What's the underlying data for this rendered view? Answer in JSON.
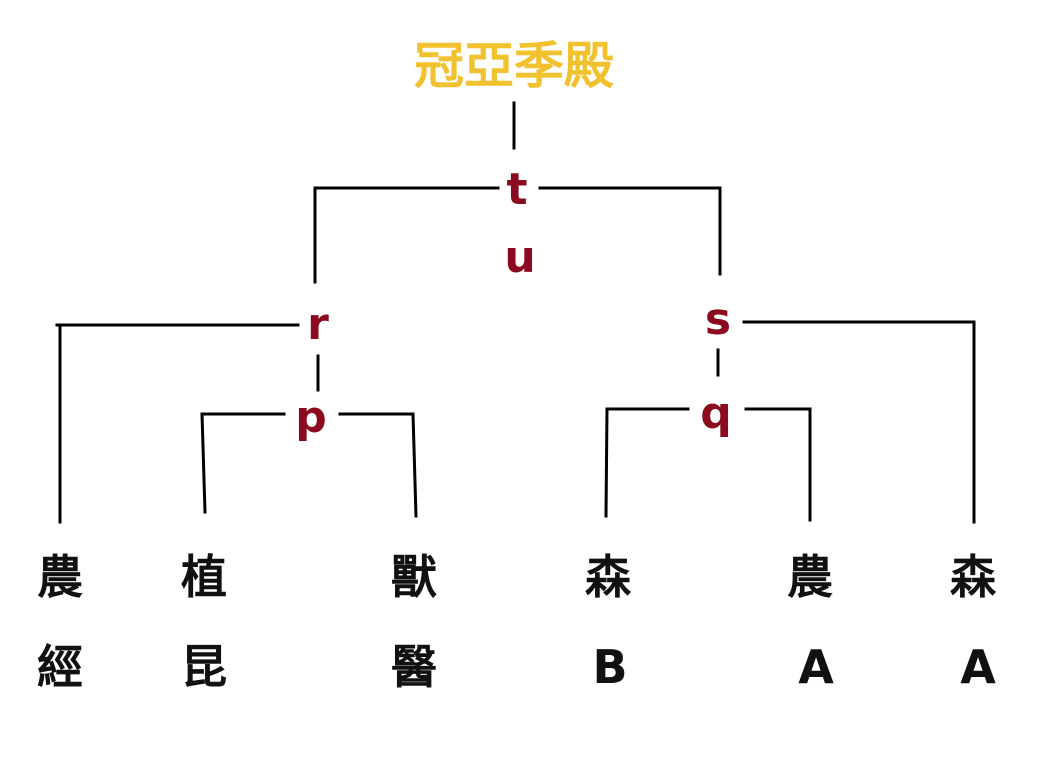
{
  "title": "冠亞季殿",
  "colors": {
    "title": "#f2c12e",
    "match_label": "#8b0a1f",
    "line": "#000000",
    "team_text": "#111111",
    "background": "#ffffff"
  },
  "matches": {
    "t": "t",
    "u": "u",
    "r": "r",
    "s": "s",
    "p": "p",
    "q": "q"
  },
  "teams": [
    {
      "line1": "農",
      "line2": "經"
    },
    {
      "line1": "植",
      "line2": "昆"
    },
    {
      "line1": "獸",
      "line2": "醫"
    },
    {
      "line1": "森",
      "line2": "B"
    },
    {
      "line1": "農",
      "line2": "A"
    },
    {
      "line1": "森",
      "line2": "A"
    }
  ]
}
